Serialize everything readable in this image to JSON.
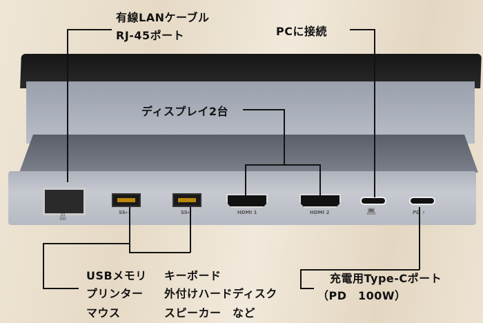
{
  "callouts": {
    "lan": {
      "line1": "有線LANケーブル",
      "line2": "RJ-45ポート"
    },
    "pc": {
      "label": "PCに接続"
    },
    "display": {
      "label": "ディスプレイ2台"
    },
    "usb": {
      "col1": [
        "USBメモリ",
        "プリンター",
        "マウス"
      ],
      "col2": [
        "キーボード",
        "外付けハードディスク",
        "スピーカー　など"
      ]
    },
    "pd": {
      "line1": "充電用Type-Cポート",
      "line2": "（PD　100W）"
    }
  },
  "port_labels": {
    "usb1": "SS",
    "usb2": "SS",
    "hdmi1": "HDMI 1",
    "hdmi2": "HDMI 2",
    "pd": "PD ⚡"
  },
  "icons": [
    "network-icon",
    "usb-icon",
    "laptop-icon",
    "lightning-icon"
  ]
}
